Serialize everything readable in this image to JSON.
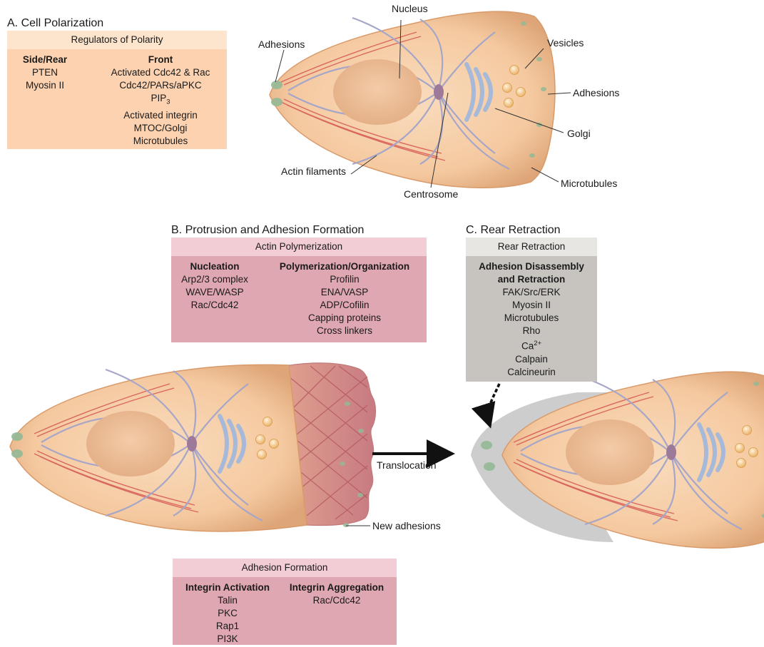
{
  "sections": {
    "a": "A. Cell Polarization",
    "b": "B. Protrusion and Adhesion Formation",
    "c": "C. Rear Retraction"
  },
  "boxes": {
    "polarity": {
      "title": "Regulators of Polarity",
      "side_rear": {
        "title": "Side/Rear",
        "items": [
          "PTEN",
          "Myosin II"
        ]
      },
      "front": {
        "title": "Front",
        "items": [
          "Activated Cdc42 & Rac",
          "Cdc42/PARs/aPKC",
          "PIP3",
          "Activated integrin",
          "MTOC/Golgi",
          "Microtubules"
        ]
      }
    },
    "actin": {
      "title": "Actin Polymerization",
      "nucleation": {
        "title": "Nucleation",
        "items": [
          "Arp2/3 complex",
          "WAVE/WASP",
          "Rac/Cdc42"
        ]
      },
      "polymerization": {
        "title": "Polymerization/Organization",
        "items": [
          "Profilin",
          "ENA/VASP",
          "ADP/Cofilin",
          "Capping proteins",
          "Cross linkers"
        ]
      }
    },
    "rear": {
      "title": "Rear Retraction",
      "group": {
        "title_line1": "Adhesion Disassembly",
        "title_line2": "and Retraction",
        "items": [
          "FAK/Src/ERK",
          "Myosin II",
          "Microtubules",
          "Rho",
          "Ca2+",
          "Calpain",
          "Calcineurin"
        ]
      }
    },
    "adhesion": {
      "title": "Adhesion Formation",
      "activation": {
        "title": "Integrin Activation",
        "items": [
          "Talin",
          "PKC",
          "Rap1",
          "PI3K"
        ]
      },
      "aggregation": {
        "title": "Integrin Aggregation",
        "items": [
          "Rac/Cdc42"
        ]
      }
    }
  },
  "labels": {
    "nucleus": "Nucleus",
    "adhesions_left": "Adhesions",
    "vesicles": "Vesicles",
    "adhesions_right": "Adhesions",
    "golgi": "Golgi",
    "actin_filaments": "Actin filaments",
    "microtubules": "Microtubules",
    "centrosome": "Centrosome",
    "translocation": "Translocation",
    "new_adhesions": "New adhesions"
  },
  "colors": {
    "cell_fill": "#f5c9a0",
    "cell_edge": "#d99a6a",
    "nucleus": "#e9b892",
    "actin": "#d9665f",
    "microtubule": "#a6a6c8",
    "golgi": "#a7b9d9",
    "vesicle": "#f2c283",
    "adhesion": "#93b996",
    "centrosome": "#9e7a9a",
    "protrusion": "#cb858c",
    "shadow": "#bdbdbd"
  }
}
